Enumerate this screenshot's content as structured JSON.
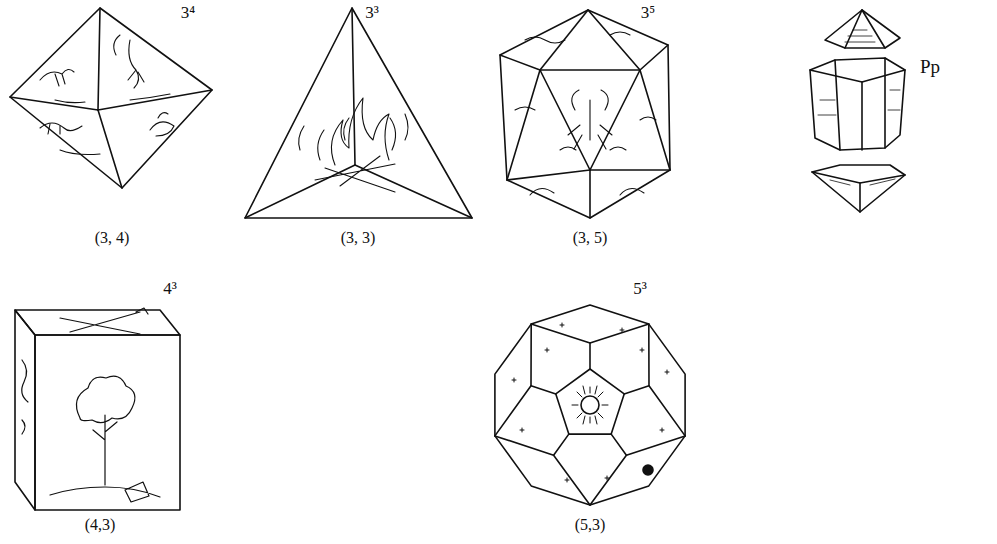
{
  "diagram": {
    "labels": [
      "3⁴",
      "(3, 4)",
      "3³",
      "(3, 3)",
      "3⁵",
      "(3, 5)",
      "Pp",
      "4³",
      "(4,3)",
      "5³",
      "(5,3)"
    ]
  }
}
